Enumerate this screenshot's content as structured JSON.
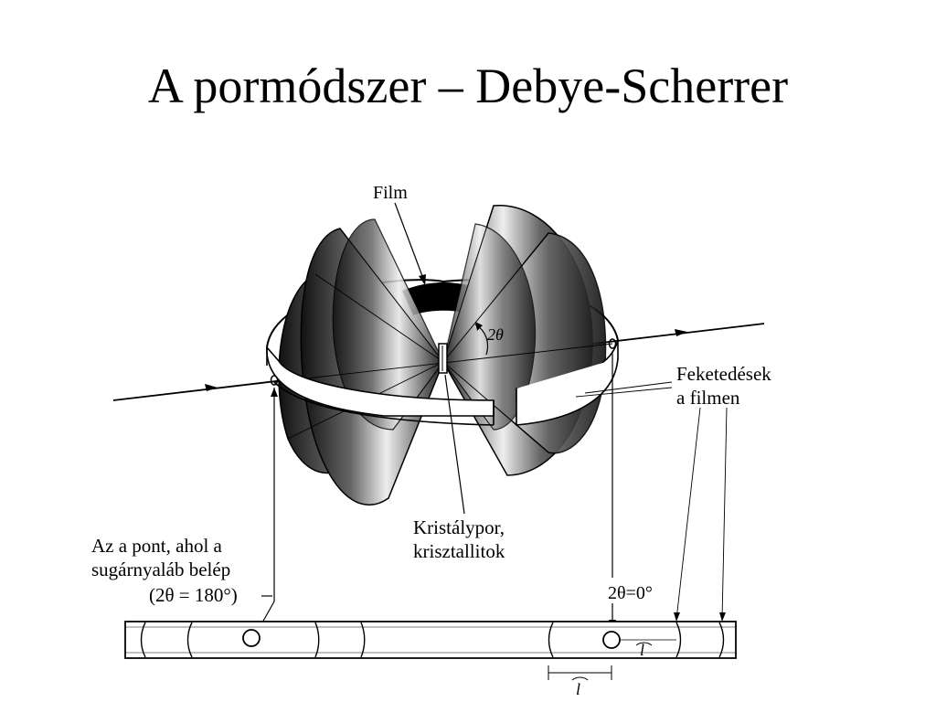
{
  "slide": {
    "title": "A pormódszer – Debye-Scherrer"
  },
  "diagram": {
    "labels": {
      "film": "Film",
      "two_theta": "2θ",
      "blackening": "Feketedések",
      "blackening_2": "a filmen",
      "entry_point_1": "Az a pont, ahol a",
      "entry_point_2": "sugárnyaláb belép",
      "entry_angle": "(2θ = 180°)",
      "powder": "Kristálypor,",
      "powder_2": "krisztallitok",
      "zero_angle": "2θ=0°",
      "arc_length_small": "l",
      "arc_length_bracket": "l"
    }
  }
}
